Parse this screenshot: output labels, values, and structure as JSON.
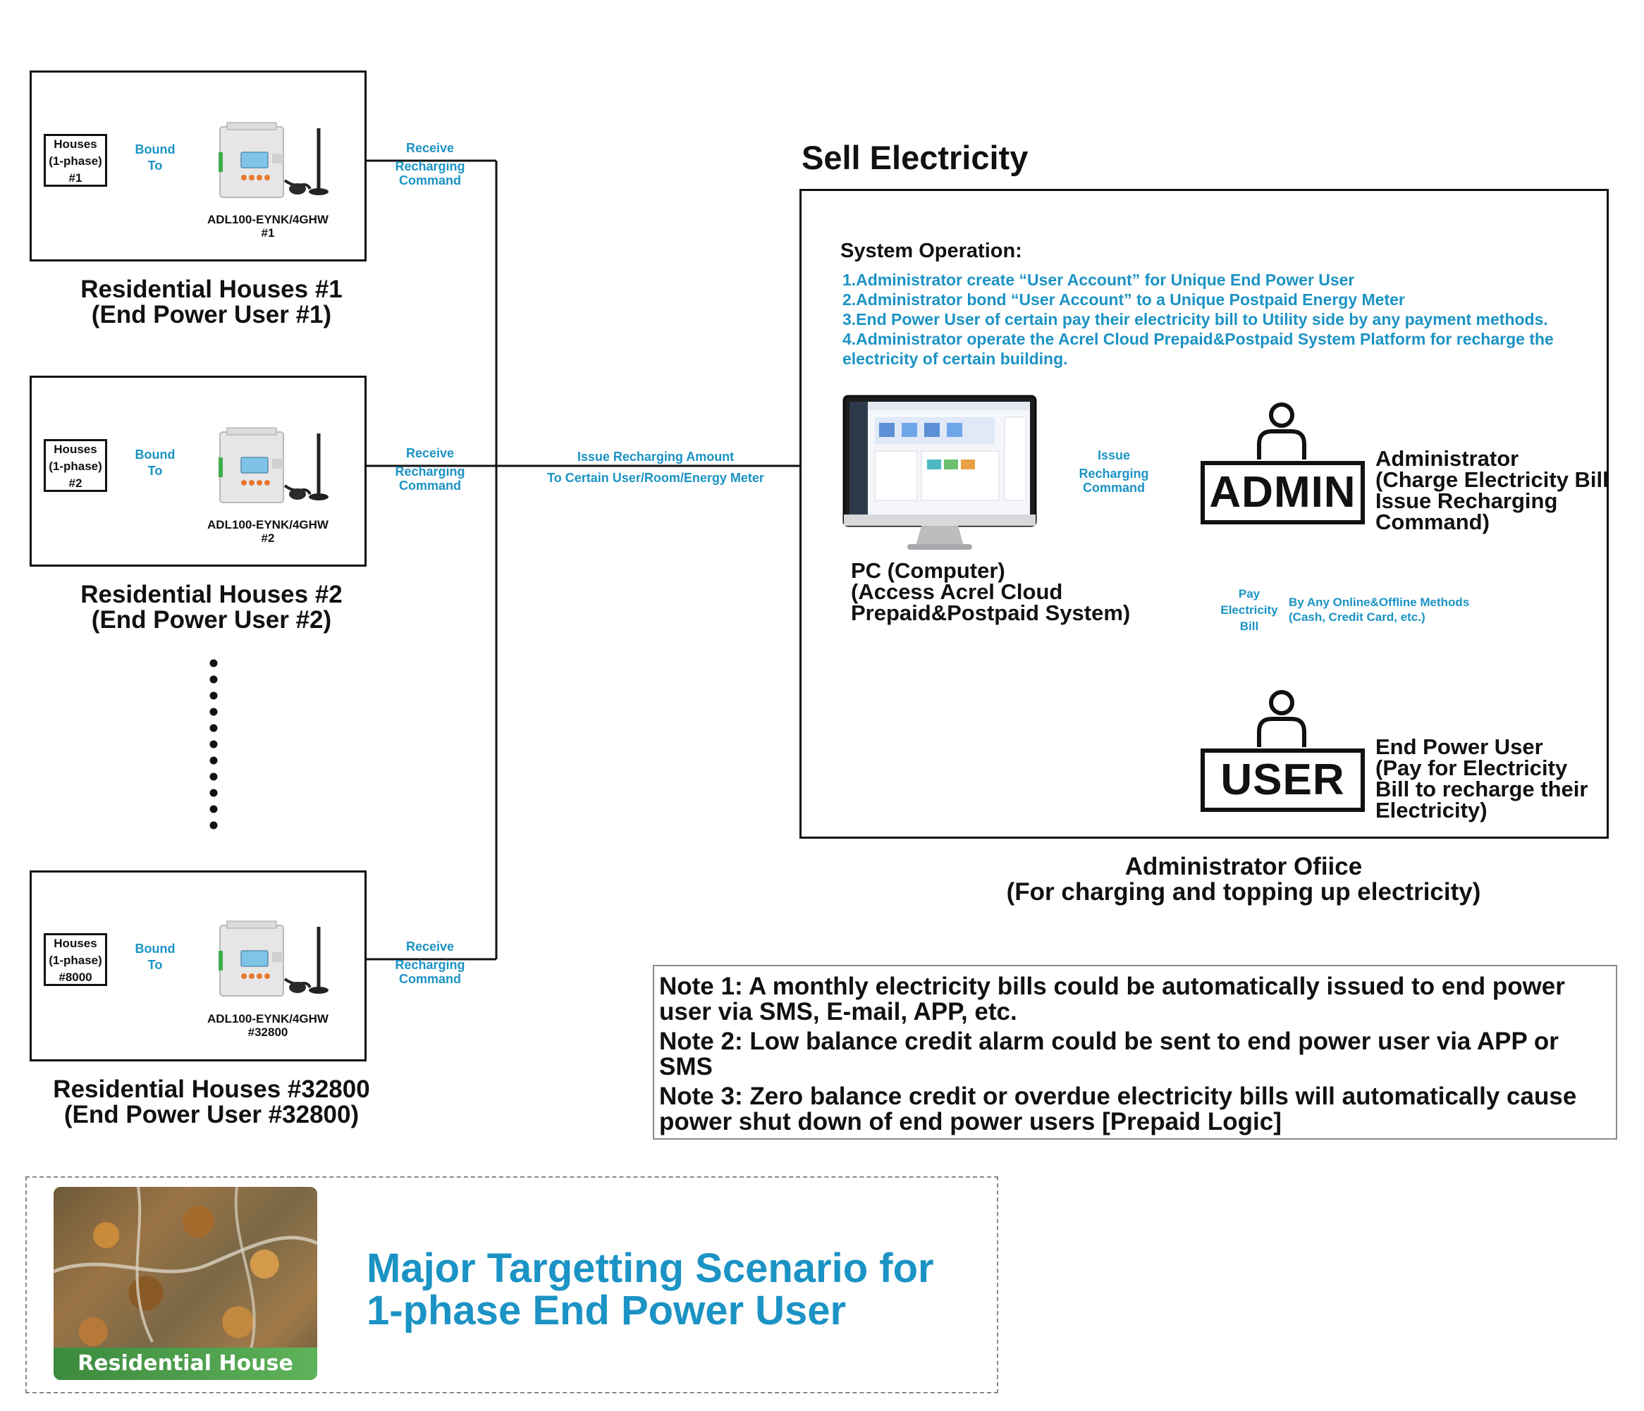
{
  "houses": [
    {
      "tag": [
        "Houses",
        "(1-phase)",
        "#1"
      ],
      "bound": [
        "Bound",
        "To"
      ],
      "receive": [
        "Receive",
        "Recharging",
        "Command"
      ],
      "meter": [
        "ADL100-EYNK/4GHW",
        "#1"
      ],
      "title": [
        "Residential Houses #1",
        "(End Power User #1)"
      ]
    },
    {
      "tag": [
        "Houses",
        "(1-phase)",
        "#2"
      ],
      "bound": [
        "Bound",
        "To"
      ],
      "receive": [
        "Receive",
        "Recharging",
        "Command"
      ],
      "meter": [
        "ADL100-EYNK/4GHW",
        "#2"
      ],
      "title": [
        "Residential Houses #2",
        "(End Power User #2)"
      ]
    },
    {
      "tag": [
        "Houses",
        "(1-phase)",
        "#8000"
      ],
      "bound": [
        "Bound",
        "To"
      ],
      "receive": [
        "Receive",
        "Recharging",
        "Command"
      ],
      "meter": [
        "ADL100-EYNK/4GHW",
        "#32800"
      ],
      "title": [
        "Residential Houses #32800",
        "(End Power User #32800)"
      ]
    }
  ],
  "issue_amount": [
    "Issue Recharging Amount",
    "To Certain User/Room/Energy Meter"
  ],
  "sell_title": "Sell Electricity",
  "system_operation": {
    "heading": "System Operation:",
    "items": [
      "1.Administrator create “User Account” for Unique End Power User",
      "2.Administrator bond “User Account” to a Unique Postpaid Energy Meter",
      "3.End Power User of certain pay their electricity bill to Utility side by any payment methods.",
      "4.Administrator operate the Acrel Cloud Prepaid&Postpaid System Platform for recharge the",
      "electricity of certain building."
    ]
  },
  "pc": {
    "caption": [
      "PC (Computer)",
      "(Access Acrel Cloud",
      "Prepaid&Postpaid System)"
    ]
  },
  "issue_command": [
    "Issue",
    "Recharging",
    "Command"
  ],
  "admin": {
    "badge": "ADMIN",
    "role": [
      "Administrator",
      "(Charge Electricity Bill",
      "Issue Recharging",
      "Command)"
    ]
  },
  "pay_bill": [
    "Pay",
    "Electricity",
    "Bill"
  ],
  "methods": [
    "By Any Online&Offline Methods",
    "(Cash, Credit Card, etc.)"
  ],
  "user": {
    "badge": "USER",
    "role": [
      "End Power User",
      "(Pay for Electricity",
      "Bill to recharge their",
      "Electricity)"
    ]
  },
  "office_caption": [
    "Administrator Ofiice",
    "(For charging and topping up electricity)"
  ],
  "notes": [
    "Note 1: A monthly electricity bills could be automatically issued to end power user via SMS, E-mail, APP, etc.",
    "Note 2: Low balance credit alarm could be sent to end power user via APP or SMS",
    "Note 3: Zero balance credit or overdue electricity bills will automatically cause power shut down of end power users [Prepaid Logic]"
  ],
  "scenario": {
    "photo_label": "Residential House",
    "title": [
      "Major Targetting Scenario for",
      "1-phase End Power User"
    ]
  },
  "colors": {
    "accent": "#1b93c4",
    "ink": "#111111",
    "meter_body": "#e6e6e6",
    "meter_button": "#e8782c",
    "meter_screen": "#7fc3e8",
    "meter_green": "#3fae49"
  }
}
